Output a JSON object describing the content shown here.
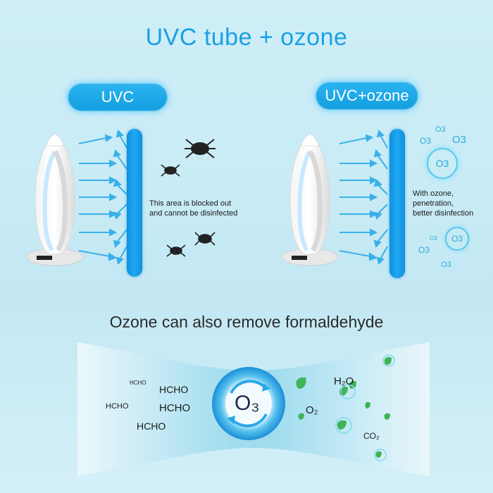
{
  "title": "UVC tube + ozone",
  "panels": {
    "left": {
      "label": "UVC",
      "note_line1": "This area is blocked out",
      "note_line2": "and cannot be disinfected"
    },
    "right": {
      "label": "UVC+ozone",
      "note_line1": "With ozone,",
      "note_line2": "penetration,",
      "note_line3": "better disinfection"
    }
  },
  "ozone_molecules": [
    "O3",
    "O3",
    "O3",
    "O3",
    "O3",
    "O3",
    "O3",
    "O3"
  ],
  "subtitle": "Ozone can also remove formaldehyde",
  "formaldehyde": {
    "items": [
      "HCHO",
      "HCHO",
      "HCHO",
      "HCHO",
      "HCHO"
    ],
    "center": "O₃",
    "products": {
      "water": "H₂O",
      "oxygen": "O₂",
      "co2": "CO₂"
    }
  },
  "colors": {
    "accent": "#1aa0e6",
    "wall": "#1fa8f0",
    "bug": "#222222",
    "leaf": "#3fb45a"
  }
}
